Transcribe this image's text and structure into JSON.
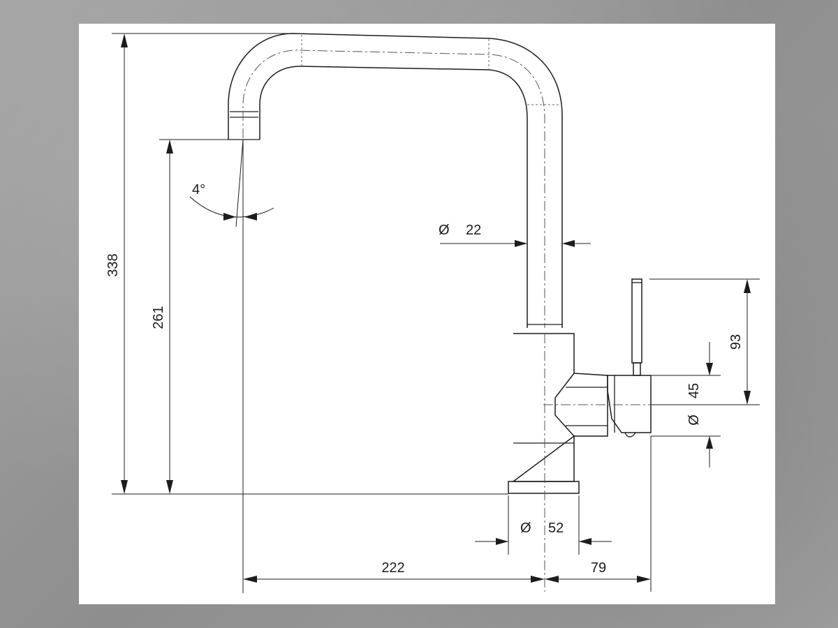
{
  "drawing": {
    "dimensions": {
      "height_total": "338",
      "outlet_height": "261",
      "spout_angle": "4°",
      "spout_diameter_symbol": "Ø",
      "spout_diameter_value": "22",
      "handle_height": "93",
      "body_diameter_symbol": "Ø",
      "body_diameter_value": "45",
      "base_diameter_symbol": "Ø",
      "base_diameter_value": "52",
      "reach": "222",
      "side_offset": "79"
    }
  }
}
